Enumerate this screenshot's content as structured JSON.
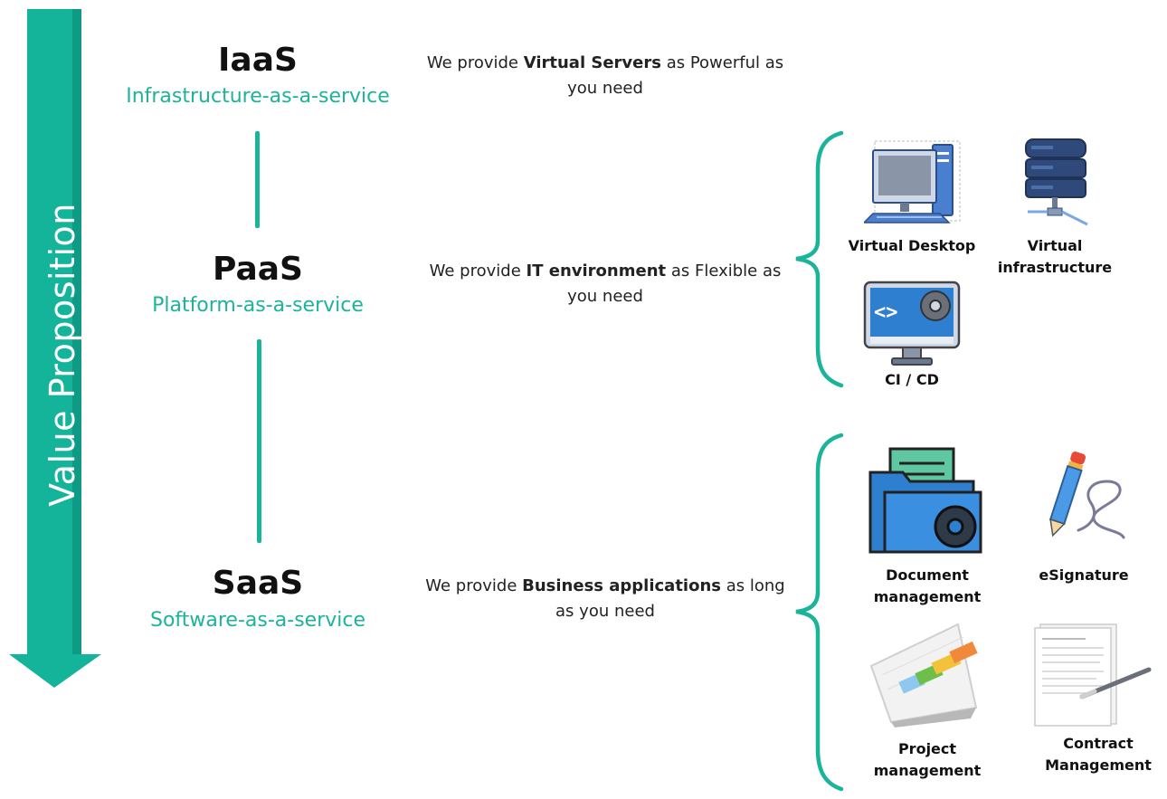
{
  "axis": {
    "label": "Value Proposition"
  },
  "colors": {
    "accent": "#19b49a",
    "accent_text": "#1db39b"
  },
  "tiers": [
    {
      "name": "IaaS",
      "subtitle": "Infrastructure-as-a-service",
      "desc_pre": "We provide ",
      "desc_bold": "Virtual Servers",
      "desc_post": " as Powerful as you need"
    },
    {
      "name": "PaaS",
      "subtitle": "Platform-as-a-service",
      "desc_pre": "We provide ",
      "desc_bold": "IT environment",
      "desc_post": " as Flexible as you need"
    },
    {
      "name": "SaaS",
      "subtitle": "Software-as-a-service",
      "desc_pre": "We provide ",
      "desc_bold": "Business applications",
      "desc_post": " as long as you need"
    }
  ],
  "paas_items": [
    {
      "label_lines": [
        "Virtual Desktop"
      ],
      "icon": "desktop-computer-icon"
    },
    {
      "label_lines": [
        "Virtual",
        "infrastructure"
      ],
      "icon": "server-network-icon"
    },
    {
      "label_lines": [
        "CI / CD"
      ],
      "icon": "code-gear-monitor-icon"
    }
  ],
  "saas_items": [
    {
      "label_lines": [
        "Document",
        "management"
      ],
      "icon": "document-folder-gear-icon"
    },
    {
      "label_lines": [
        "eSignature"
      ],
      "icon": "pen-signature-icon"
    },
    {
      "label_lines": [
        "Project",
        "management"
      ],
      "icon": "gantt-chart-icon"
    },
    {
      "label_lines": [
        "Contract",
        "Management"
      ],
      "icon": "contract-pen-icon"
    }
  ]
}
